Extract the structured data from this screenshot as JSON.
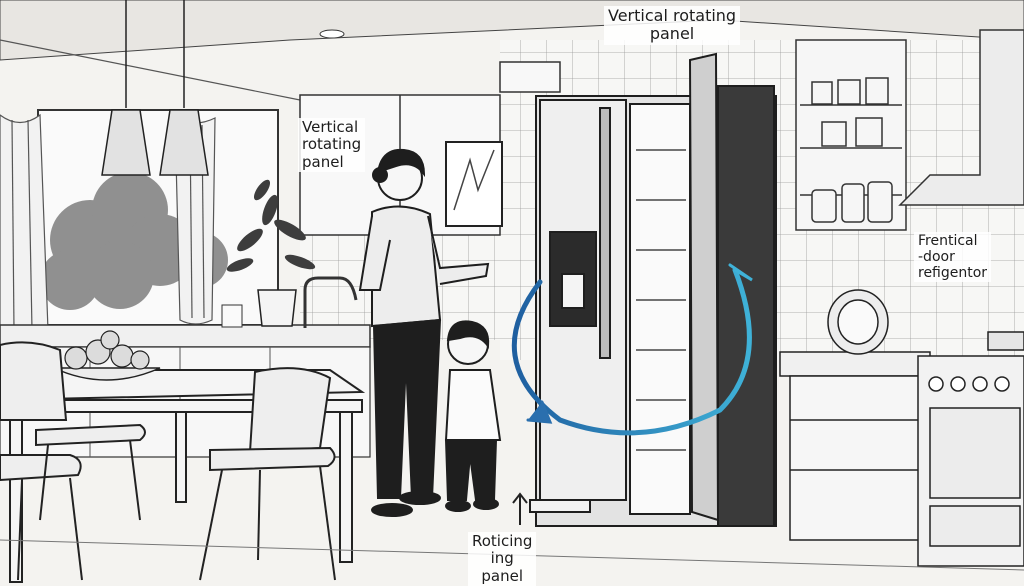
{
  "labels": {
    "top": "Vertical rotating\npanel",
    "left": "Vertical\nrotating\npanel",
    "right": "Frentical\n-door\nrefigentor",
    "bottom": "Roticing\ning\npanel"
  },
  "colors": {
    "arrow": "#2a8fc4",
    "line": "#2b2b2b",
    "fridge": "#d8d8d8",
    "window_tree": "#5a5a5a"
  }
}
